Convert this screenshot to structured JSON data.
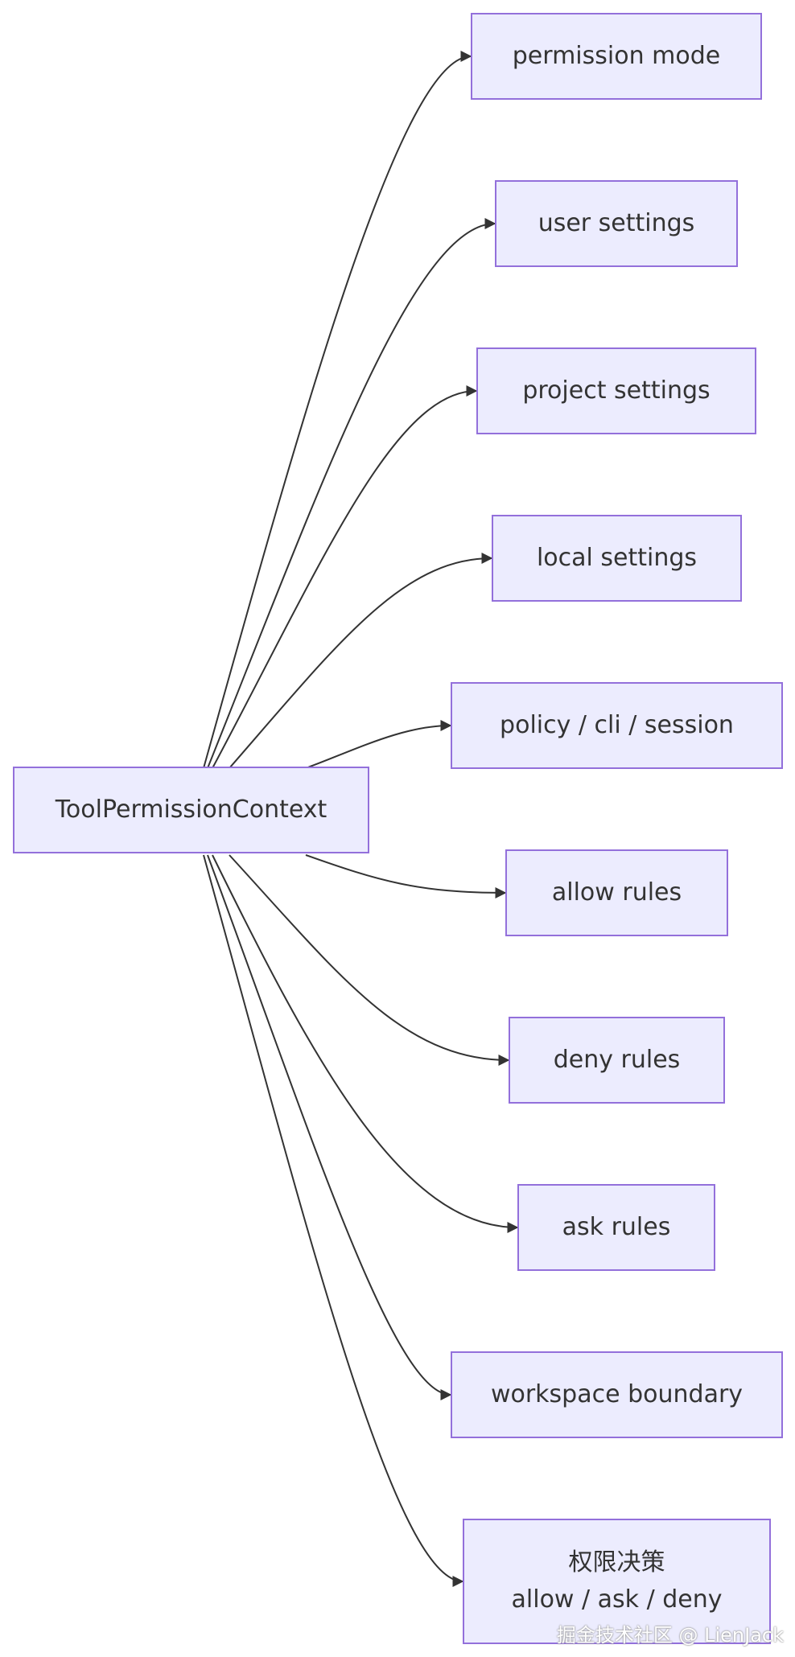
{
  "diagram": {
    "root": {
      "id": "root",
      "label": "ToolPermissionContext"
    },
    "children": [
      {
        "id": "permission-mode",
        "label": "permission mode"
      },
      {
        "id": "user-settings",
        "label": "user settings"
      },
      {
        "id": "project-settings",
        "label": "project settings"
      },
      {
        "id": "local-settings",
        "label": "local settings"
      },
      {
        "id": "policy-cli-session",
        "label": "policy / cli / session"
      },
      {
        "id": "allow-rules",
        "label": "allow rules"
      },
      {
        "id": "deny-rules",
        "label": "deny rules"
      },
      {
        "id": "ask-rules",
        "label": "ask rules"
      },
      {
        "id": "workspace-boundary",
        "label": "workspace boundary"
      },
      {
        "id": "decision",
        "label": "权限决策",
        "label2": "allow / ask / deny"
      }
    ],
    "edges": [
      {
        "from": "root",
        "to": "permission-mode"
      },
      {
        "from": "root",
        "to": "user-settings"
      },
      {
        "from": "root",
        "to": "project-settings"
      },
      {
        "from": "root",
        "to": "local-settings"
      },
      {
        "from": "root",
        "to": "policy-cli-session"
      },
      {
        "from": "root",
        "to": "allow-rules"
      },
      {
        "from": "root",
        "to": "deny-rules"
      },
      {
        "from": "root",
        "to": "ask-rules"
      },
      {
        "from": "root",
        "to": "workspace-boundary"
      },
      {
        "from": "root",
        "to": "decision"
      }
    ],
    "colors": {
      "node_fill": "#ececfe",
      "node_border": "#9370db",
      "edge": "#333333",
      "text": "#333333"
    }
  },
  "watermark": "掘金技术社区 @ LienJack"
}
